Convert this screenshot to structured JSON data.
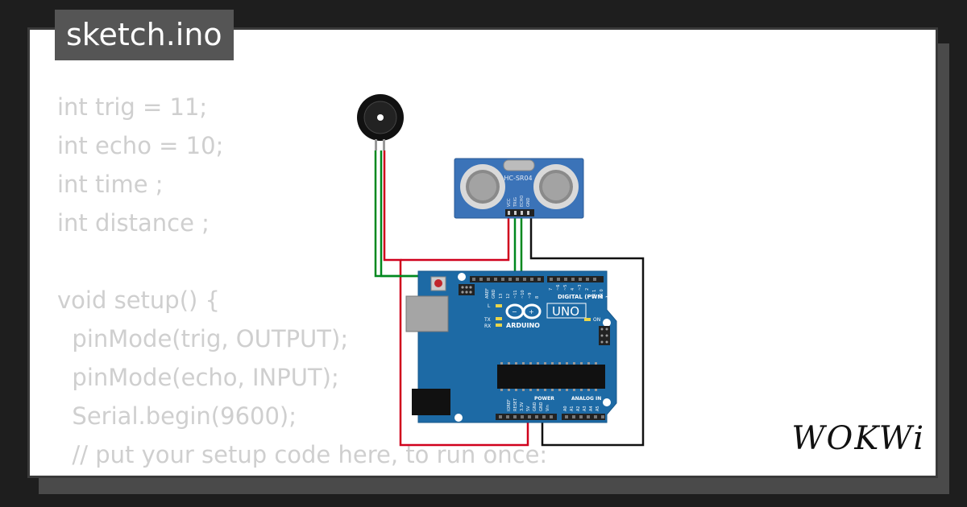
{
  "title": "sketch.ino",
  "code_lines": [
    "int trig = 11;",
    "int echo = 10;",
    "int time ;",
    "int distance ;",
    "",
    "void setup() {",
    "  pinMode(trig, OUTPUT);",
    "  pinMode(echo, INPUT);",
    "  Serial.begin(9600);",
    "  // put your setup code here, to run once:"
  ],
  "sensor": {
    "label": "HC-SR04",
    "pins": [
      "VCC",
      "TRIG",
      "ECHO",
      "GND"
    ]
  },
  "board": {
    "model": "UNO",
    "brand": "ARDUINO",
    "digital_label": "DIGITAL (PWM ~)",
    "power_label": "POWER",
    "analog_label": "ANALOG IN",
    "on_label": "ON",
    "l_label": "L",
    "tx_label": "TX",
    "rx_label": "RX",
    "digital_pins": [
      "AREF",
      "GND",
      "13",
      "12",
      "~11",
      "~10",
      "~9",
      "8",
      "7",
      "~6",
      "~5",
      "4",
      "~3",
      "2",
      "TX 1",
      "RX 0"
    ],
    "power_pins": [
      "IOREF",
      "RESET",
      "3.3V",
      "5V",
      "GND",
      "GND",
      "Vin"
    ],
    "analog_pins": [
      "A0",
      "A1",
      "A2",
      "A3",
      "A4",
      "A5"
    ]
  },
  "brand_logo": "WOKWi",
  "colors": {
    "wire_red": "#d0001c",
    "wire_green": "#00881e",
    "wire_black": "#111111",
    "board_blue": "#1d6aa5",
    "sensor_blue": "#3b73b8"
  }
}
